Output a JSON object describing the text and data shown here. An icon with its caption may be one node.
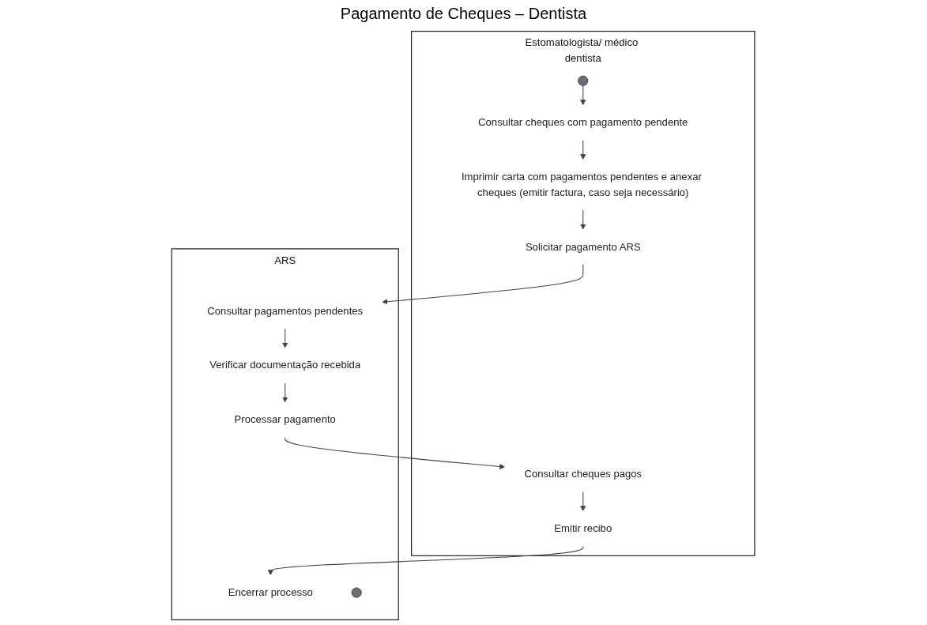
{
  "diagram": {
    "title": "Pagamento de Cheques – Dentista",
    "nodes": [
      {
        "text": [
          "Estomatologista/ médico dentista"
        ]
      },
      {
        "text": [],
        "shape": "circle",
        "in": 0
      },
      {
        "text": [
          "Consultar cheques com pagamento pendente"
        ],
        "in": 0
      },
      {
        "text": [
          "Imprimir carta com pagamentos pendentes e anexar cheques (emitir factura, caso seja necessário)"
        ],
        "in": 0
      },
      {
        "text": [
          "Solicitar pagamento ARS"
        ],
        "in": 0
      },
      {
        "text": [
          "Consultar cheques pagos"
        ],
        "in": 0
      },
      {
        "text": [
          "Emitir recibo"
        ],
        "in": 0
      },
      {
        "text": [
          "ARS"
        ]
      },
      {
        "text": [
          "Consultar pagamentos pendentes"
        ],
        "in": 7
      },
      {
        "text": [
          "Verificar documentação recebida"
        ],
        "in": 7
      },
      {
        "text": [
          "Processar pagamento"
        ],
        "in": 7
      },
      {
        "text": [
          "Encerrar processo"
        ],
        "in": 7
      },
      {
        "text": [],
        "shape": "circle",
        "in": 7
      }
    ],
    "edges": [
      {
        "from": 1,
        "to": 2,
        "arrow": "to"
      },
      {
        "from": 2,
        "to": 3,
        "arrow": "to"
      },
      {
        "from": 3,
        "to": 4,
        "arrow": "to"
      },
      {
        "from": 4,
        "to": 8,
        "arrow": "to"
      },
      {
        "from": 8,
        "to": 9,
        "arrow": "to"
      },
      {
        "from": 9,
        "to": 10,
        "arrow": "to"
      },
      {
        "from": 10,
        "to": 5,
        "arrow": "to"
      },
      {
        "from": 5,
        "to": 6,
        "arrow": "to"
      },
      {
        "from": 6,
        "to": 11,
        "arrow": "to"
      }
    ]
  }
}
